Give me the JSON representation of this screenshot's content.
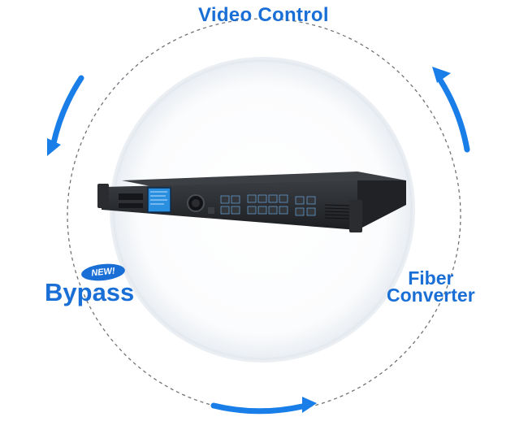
{
  "labels": {
    "top": "Video Control",
    "left": "Bypass",
    "right_line1": "Fiber",
    "right_line2": "Converter",
    "badge": "NEW!"
  },
  "colors": {
    "accent": "#1a6fd6",
    "circle_fill": "#f4f6f9",
    "device_body": "#2b2d31",
    "screen": "#2b8fe0"
  },
  "icons": [
    "circular-arrow-icon",
    "device-image"
  ]
}
